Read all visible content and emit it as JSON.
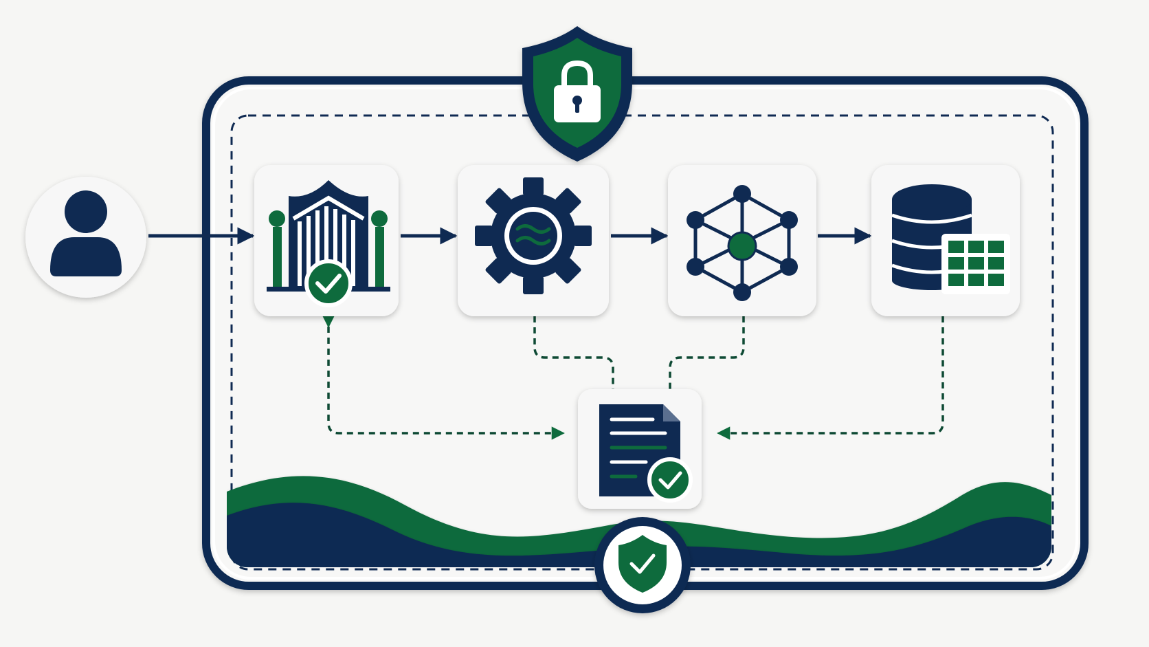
{
  "colors": {
    "background": "#f6f6f4",
    "navy": "#0f2a52",
    "green": "#0e6b3d",
    "tile": "#f7f7f7",
    "white": "#ffffff"
  },
  "nodes": [
    {
      "id": "user",
      "icon": "user-icon"
    },
    {
      "id": "gateway",
      "icon": "verified-gateway-icon"
    },
    {
      "id": "processing",
      "icon": "gear-processing-icon"
    },
    {
      "id": "network",
      "icon": "network-graph-icon"
    },
    {
      "id": "storage",
      "icon": "database-table-icon"
    },
    {
      "id": "audit",
      "icon": "verified-document-icon"
    }
  ],
  "security": {
    "top_badge": "shield-lock-icon",
    "bottom_badge": "shield-check-icon"
  },
  "edges": [
    {
      "from": "user",
      "to": "gateway",
      "style": "solid"
    },
    {
      "from": "gateway",
      "to": "processing",
      "style": "solid"
    },
    {
      "from": "processing",
      "to": "network",
      "style": "solid"
    },
    {
      "from": "network",
      "to": "storage",
      "style": "solid"
    },
    {
      "from": "processing",
      "to": "audit",
      "style": "dashed"
    },
    {
      "from": "network",
      "to": "audit",
      "style": "dashed"
    },
    {
      "from": "storage",
      "to": "audit",
      "style": "dashed"
    },
    {
      "from": "audit",
      "to": "gateway",
      "style": "dashed-bidirectional"
    }
  ]
}
